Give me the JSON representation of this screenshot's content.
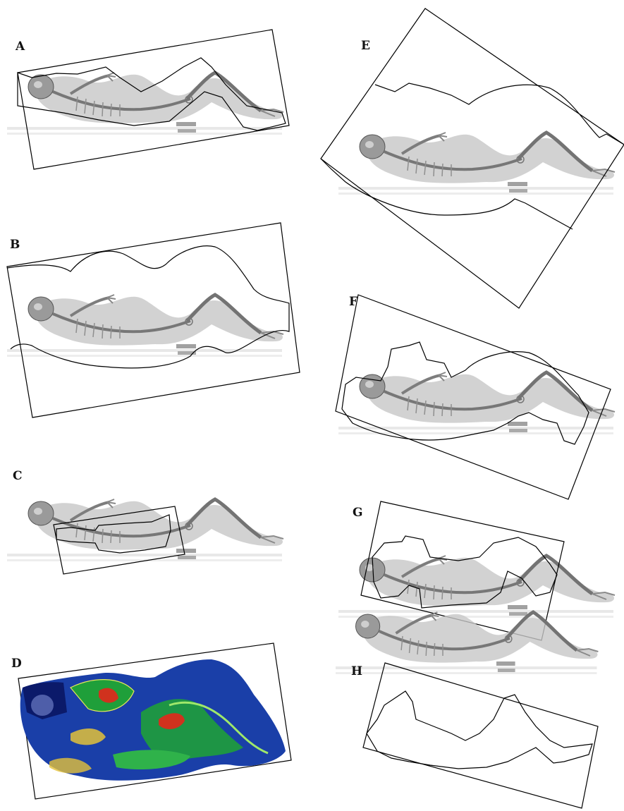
{
  "panels": [
    {
      "id": "A",
      "label": "A"
    },
    {
      "id": "B",
      "label": "B"
    },
    {
      "id": "C",
      "label": "C"
    },
    {
      "id": "D",
      "label": "D"
    },
    {
      "id": "E",
      "label": "E"
    },
    {
      "id": "F",
      "label": "F"
    },
    {
      "id": "G",
      "label": "G"
    },
    {
      "id": "H",
      "label": "H"
    }
  ],
  "colors": {
    "background": "#ffffff",
    "outline": "#000000",
    "skeleton": "#8a8a8a",
    "soft_tissue": "#bdbdbd",
    "heatmap_low": "#0b1a8a",
    "heatmap_mid": "#1f9f3a",
    "heatmap_high": "#d0321e",
    "heatmap_contour": "#e8e85a"
  }
}
